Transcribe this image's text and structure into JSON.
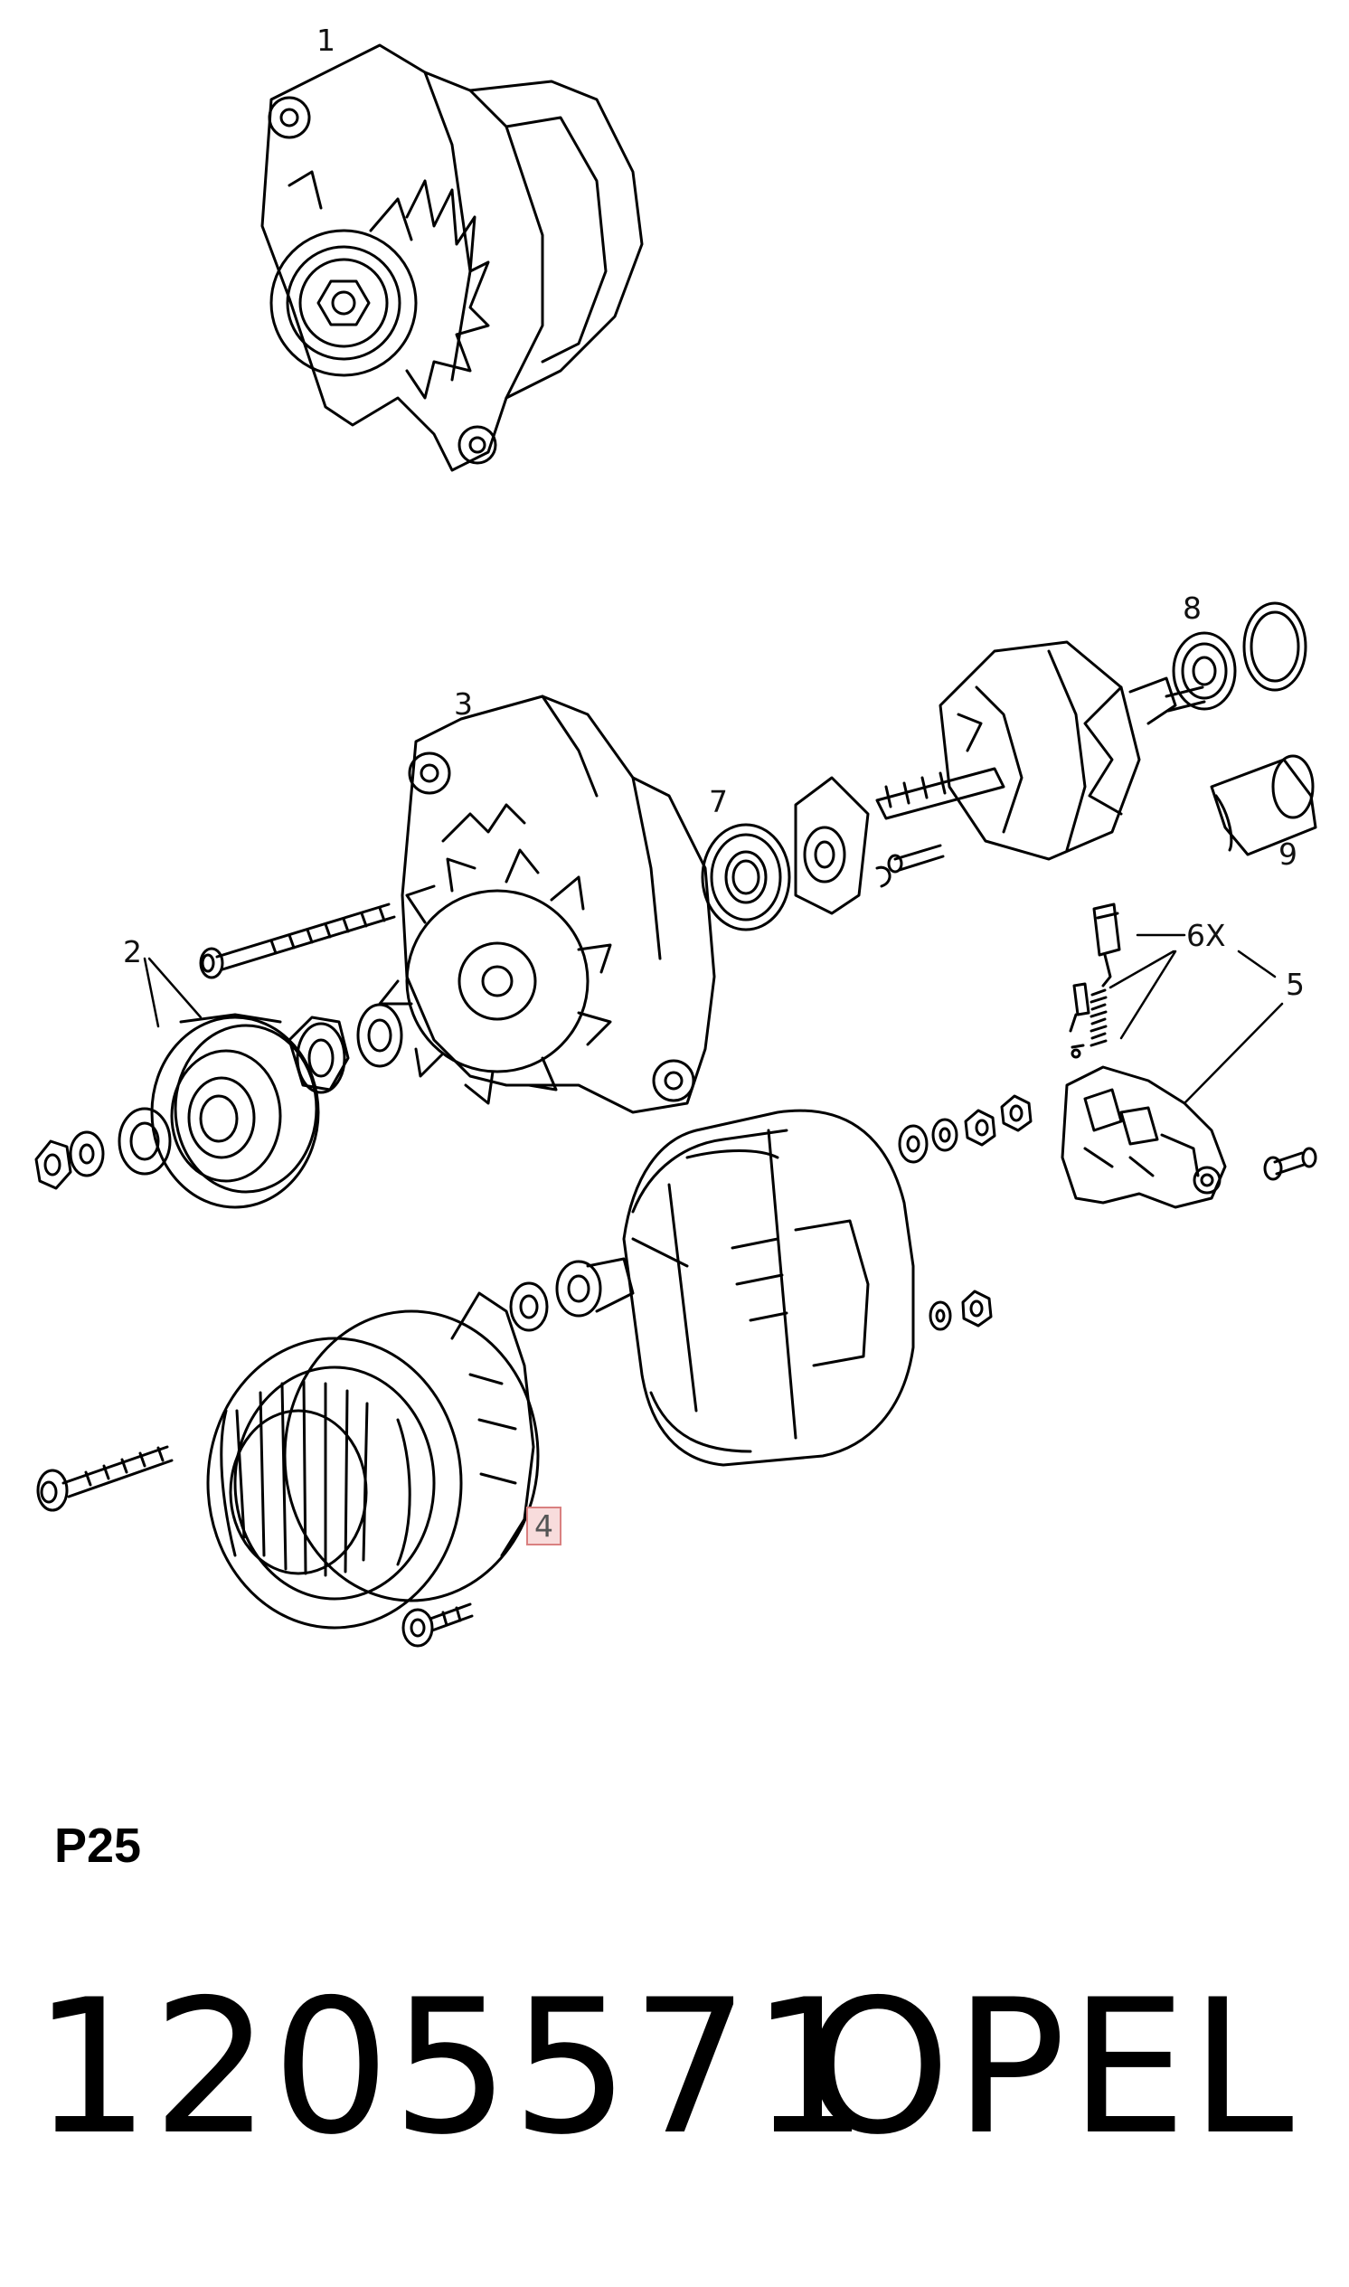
{
  "callouts": {
    "c1": "1",
    "c2": "2",
    "c3": "3",
    "c4": "4",
    "c5": "5",
    "c6x": "6X",
    "c7": "7",
    "c8": "8",
    "c9": "9"
  },
  "page_code": "P25",
  "part_number": "1205571",
  "brand": "OPEL",
  "colors": {
    "line": "#000000",
    "highlight_border": "#d98080",
    "highlight_fill": "#f8dcdc"
  }
}
